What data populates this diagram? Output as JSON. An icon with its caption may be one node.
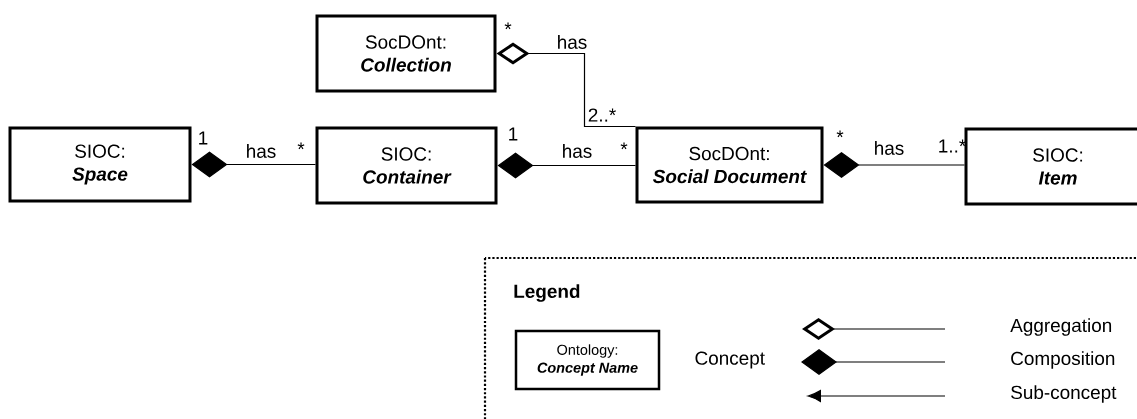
{
  "diagram": {
    "nodes": [
      {
        "text": [
          "SocDOnt:",
          "Collection"
        ]
      },
      {
        "text": [
          "SIOC:",
          "Space"
        ]
      },
      {
        "text": [
          "SIOC:",
          "Container"
        ]
      },
      {
        "text": [
          "SocDOnt:",
          "Social Document"
        ]
      },
      {
        "text": [
          "SIOC:",
          "Item"
        ]
      },
      {
        "text": [
          "Legend"
        ]
      },
      {
        "text": [
          "Ontology:",
          "Concept Name"
        ],
        "in": 5,
        "beside": [
          "Concept"
        ]
      }
    ],
    "edges": [
      {
        "from": 0,
        "to": 3,
        "arrow": "other",
        "label": "has"
      },
      {
        "from": 1,
        "to": 2,
        "arrow": "other",
        "label": "has"
      },
      {
        "from": 2,
        "to": 3,
        "arrow": "other",
        "label": "has"
      },
      {
        "from": 3,
        "to": 4,
        "arrow": "other",
        "label": "has"
      }
    ],
    "labels": [
      "*",
      "2..*",
      "1",
      "*",
      "1",
      "*",
      "*",
      "1..*"
    ],
    "legend": [
      {
        "text": "Aggregation"
      },
      {
        "text": "Composition"
      },
      {
        "text": "Sub-concept"
      }
    ]
  }
}
